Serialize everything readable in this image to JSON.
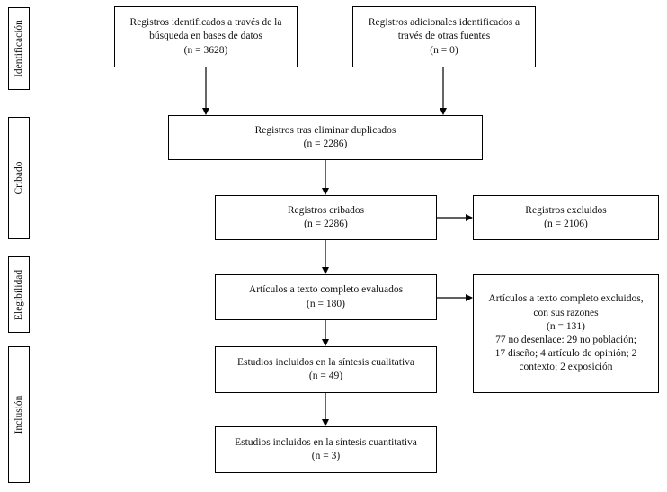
{
  "stages": {
    "identificacion": "Identificación",
    "cribado": "Cribado",
    "elegibilidad": "Elegibilidad",
    "inclusion": "Inclusión"
  },
  "boxes": {
    "db_search": {
      "line1": "Registros identificados a través de la",
      "line2": "búsqueda en bases de datos",
      "count": "(n = 3628)"
    },
    "other_sources": {
      "line1": "Registros adicionales identificados a",
      "line2": "través de otras fuentes",
      "count": "(n = 0)"
    },
    "after_duplicates": {
      "line1": "Registros tras eliminar duplicados",
      "count": "(n = 2286)"
    },
    "screened": {
      "line1": "Registros cribados",
      "count": "(n = 2286)"
    },
    "excluded": {
      "line1": "Registros excluidos",
      "count": "(n = 2106)"
    },
    "fulltext": {
      "line1": "Artículos a texto completo evaluados",
      "count": "(n = 180)"
    },
    "fulltext_excluded": {
      "line1": "Artículos a texto completo excluidos,",
      "line2": "con sus razones",
      "count": "(n = 131)",
      "reasons1": "77 no desenlace: 29 no población;",
      "reasons2": "17 diseño; 4 artículo de opinión; 2",
      "reasons3": "contexto; 2 exposición"
    },
    "qualitative": {
      "line1": "Estudios incluidos en la síntesis cualitativa",
      "count": "(n = 49)"
    },
    "quantitative": {
      "line1": "Estudios incluidos en la síntesis cuantitativa",
      "count": "(n = 3)"
    }
  }
}
